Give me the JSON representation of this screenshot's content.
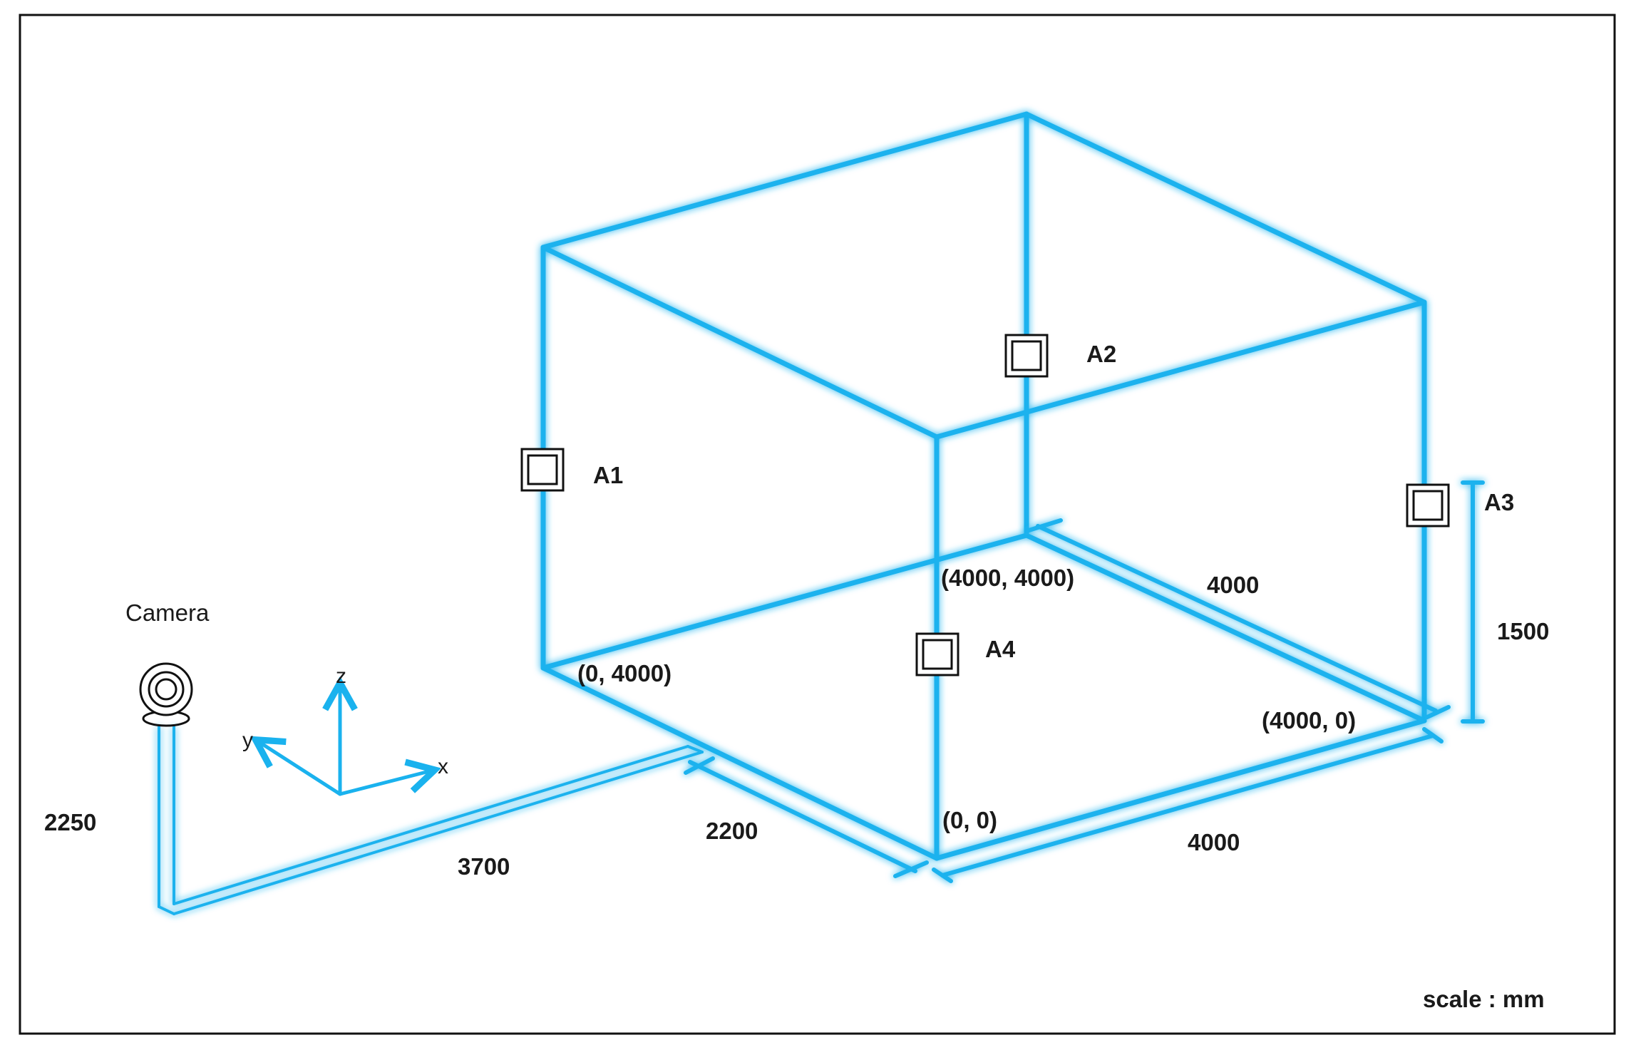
{
  "colors": {
    "frame": "#1ab2ee",
    "border": "#111111",
    "text": "#1a1a1a"
  },
  "camera": {
    "label": "Camera",
    "icon": "camera-icon"
  },
  "axes": {
    "x": "x",
    "y": "y",
    "z": "z"
  },
  "anchors": [
    {
      "id": "A1",
      "label": "A1"
    },
    {
      "id": "A2",
      "label": "A2"
    },
    {
      "id": "A3",
      "label": "A3"
    },
    {
      "id": "A4",
      "label": "A4"
    }
  ],
  "coordinates": {
    "front_corner": "(0, 0)",
    "left_corner": "(0, 4000)",
    "back_corner": "(4000, 4000)",
    "right_corner": "(4000, 0)"
  },
  "dimensions": {
    "camera_height": "2250",
    "camera_offset_x": "3700",
    "camera_offset_y": "2200",
    "room_width_front": "4000",
    "room_depth_right": "4000",
    "anchor_height": "1500"
  },
  "scale_note": "scale : mm"
}
